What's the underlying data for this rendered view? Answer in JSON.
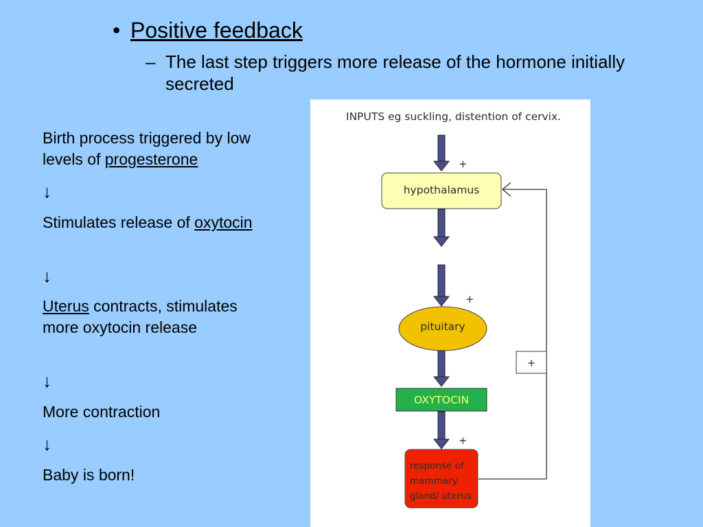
{
  "slide": {
    "bullet_heading": "Positive feedback",
    "sub_bullet": "The last step triggers more release of the hormone initially secreted"
  },
  "steps": {
    "step1_prefix": "Birth process triggered by low levels of ",
    "step1_link": "progesterone",
    "arrow": "↓",
    "step2_prefix": "Stimulates release of ",
    "step2_link": "oxytocin",
    "step3_link": "Uterus",
    "step3_suffix": " contracts, stimulates more oxytocin release",
    "step4": "More contraction",
    "step5": "Baby is born!"
  },
  "diagram": {
    "inputs": "INPUTS eg suckling, distention of cervix.",
    "hypothalamus": "hypothalamus",
    "pituitary": "pituitary",
    "oxytocin": "OXYTOCIN",
    "response_line1": "response of",
    "response_line2": "mammary",
    "response_line3": "gland/ uterus",
    "plus": "+",
    "colors": {
      "hypothalamus_fill": "#ffffb3",
      "pituitary_fill": "#f2c200",
      "oxytocin_fill": "#22b14c",
      "response_fill": "#ee2200",
      "arrow_fill": "#4a4d8c"
    }
  }
}
